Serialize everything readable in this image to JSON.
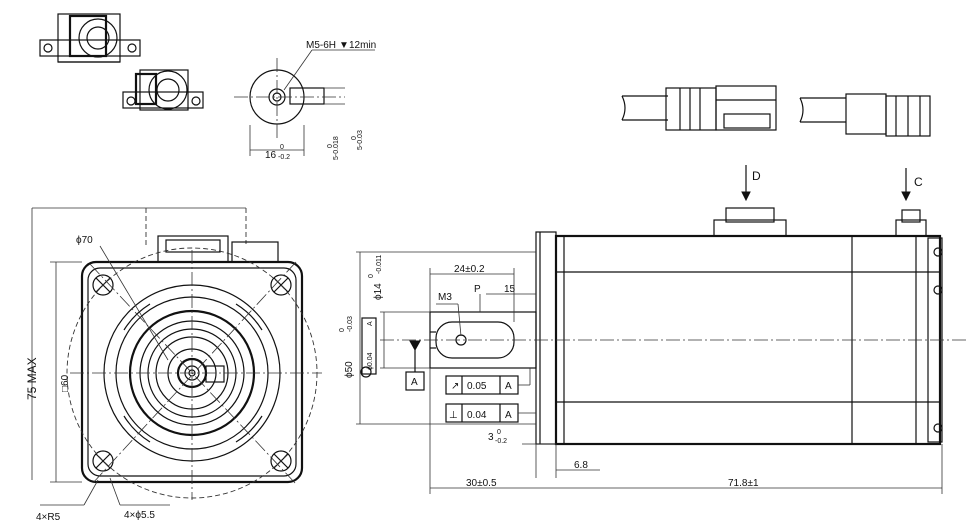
{
  "labels": {
    "thread_note": "M5-6H",
    "thread_depth": "12min",
    "key_width": "16",
    "key_width_tol_upper": "0",
    "key_width_tol_lower": "-0.2",
    "key_tol_a": "5-0.018",
    "key_tol_a_upper": "0",
    "key_tol_b": "5-0.03",
    "key_tol_b_upper": "0",
    "view_d": "D",
    "view_c": "C",
    "pcd": "ϕ70",
    "max_height": "75 MAX",
    "square": "□60",
    "corner_radius": "4×R5",
    "mount_holes": "4×ϕ5.5",
    "shaft_dia": "ϕ14",
    "shaft_tol_upper": "0",
    "shaft_tol_lower": "-0.011",
    "pilot_dia": "ϕ50",
    "pilot_tol_upper": "0",
    "pilot_tol_lower": "-0.03",
    "concentricity": "ϕ0.04",
    "datum_ref": "A",
    "datum_label": "A",
    "key_length": "24±0.2",
    "tap": "M3",
    "section_p": "P",
    "key_offset": "15",
    "runout_value": "0.05",
    "runout_ref": "A",
    "perp_value": "0.04",
    "perp_ref": "A",
    "flange_thk": "3",
    "flange_thk_upper": "0",
    "flange_thk_lower": "-0.2",
    "flange_step": "6.8",
    "shaft_length": "30±0.5",
    "body_length": "71.8±1"
  }
}
